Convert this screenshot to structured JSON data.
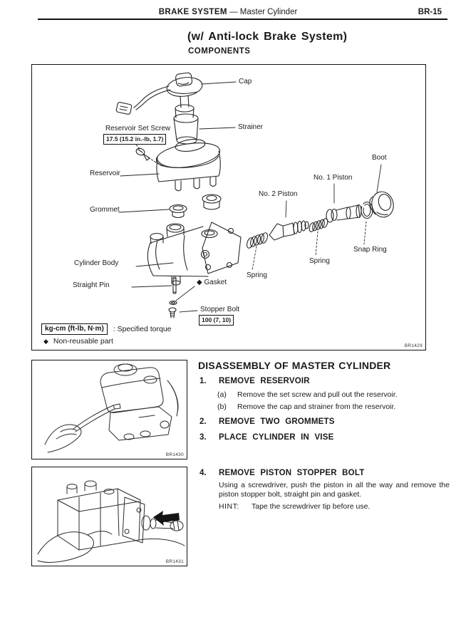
{
  "header": {
    "title_bold": "BRAKE  SYSTEM",
    "title_rest": "— Master Cylinder",
    "page_code": "BR-15"
  },
  "title": "(w/ Anti-lock Brake System)",
  "subtitle": "COMPONENTS",
  "diagram": {
    "labels": {
      "cap": "Cap",
      "strainer": "Strainer",
      "reservoir_set_screw": "Reservoir Set Screw",
      "reservoir_set_screw_torque": "17.5 (15.2 in.-lb, 1.7)",
      "reservoir": "Reservoir",
      "grommet": "Grommet",
      "cylinder_body": "Cylinder Body",
      "straight_pin": "Straight Pin",
      "gasket": "◆ Gasket",
      "stopper_bolt": "Stopper Bolt",
      "stopper_bolt_torque": "100 (7, 10)",
      "boot": "Boot",
      "no1_piston": "No. 1 Piston",
      "no2_piston": "No. 2 Piston",
      "snap_ring": "Snap Ring",
      "spring_front": "Spring",
      "spring_rear": "Spring"
    },
    "legend": {
      "torque_unit": "kg-cm (ft-lb, N·m)",
      "torque_desc": ":  Specified torque",
      "diamond": "◆",
      "nonreusable": "Non-reusable part"
    },
    "figure_code": "BR1429"
  },
  "photos": [
    {
      "figure_code": "BR1430"
    },
    {
      "figure_code": "BR1431"
    }
  ],
  "instructions": {
    "heading": "DISASSEMBLY OF MASTER CYLINDER",
    "steps": [
      {
        "num": "1.",
        "title": "REMOVE  RESERVOIR"
      },
      {
        "num": "2.",
        "title": "REMOVE  TWO  GROMMETS"
      },
      {
        "num": "3.",
        "title": "PLACE  CYLINDER  IN  VISE"
      },
      {
        "num": "4.",
        "title": "REMOVE  PISTON  STOPPER  BOLT"
      }
    ],
    "step1_sub_a_label": "(a)",
    "step1_sub_a": "Remove the set screw and pull out the reservoir.",
    "step1_sub_b_label": "(b)",
    "step1_sub_b": "Remove the cap and strainer from the reservoir.",
    "step4_body": "Using a screwdriver, push the piston in all the way and remove the piston stopper bolt, straight pin and gasket.",
    "hint_label": "HINT:",
    "hint_text": "Tape the screwdriver tip before use."
  }
}
